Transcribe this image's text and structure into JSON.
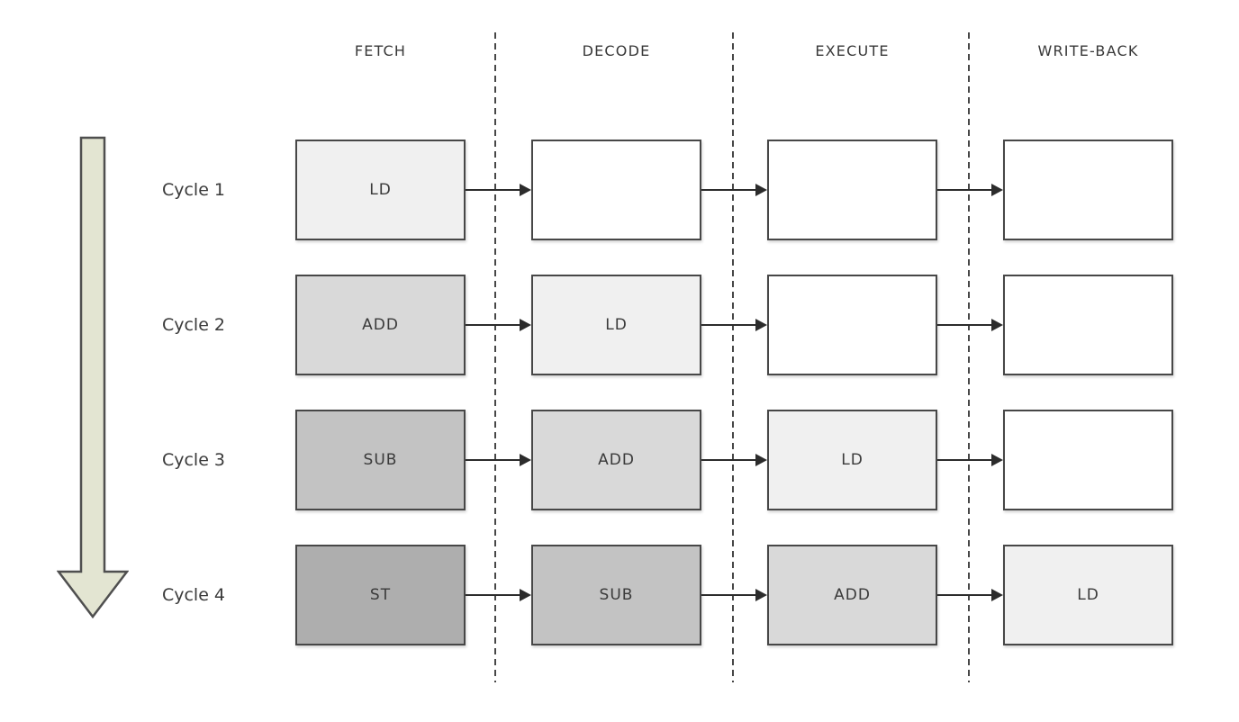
{
  "columns": {
    "fetch": "FETCH",
    "decode": "DECODE",
    "execute": "EXECUTE",
    "writeback": "WRITE-BACK"
  },
  "rows": [
    {
      "label": "Cycle 1",
      "cells": [
        "LD",
        "",
        "",
        ""
      ]
    },
    {
      "label": "Cycle 2",
      "cells": [
        "ADD",
        "LD",
        "",
        ""
      ]
    },
    {
      "label": "Cycle 3",
      "cells": [
        "SUB",
        "ADD",
        "LD",
        ""
      ]
    },
    {
      "label": "Cycle 4",
      "cells": [
        "ST",
        "SUB",
        "ADD",
        "LD"
      ]
    }
  ],
  "colors": {
    "instruction_fill": {
      "LD": "#f0f0f0",
      "ADD": "#d9d9d9",
      "SUB": "#c3c3c3",
      "ST": "#aeaeae"
    },
    "empty_fill": "#ffffff",
    "box_border": "#474747",
    "timeline_arrow_fill": "#e3e5d2",
    "timeline_arrow_border": "#4f4f4f"
  }
}
